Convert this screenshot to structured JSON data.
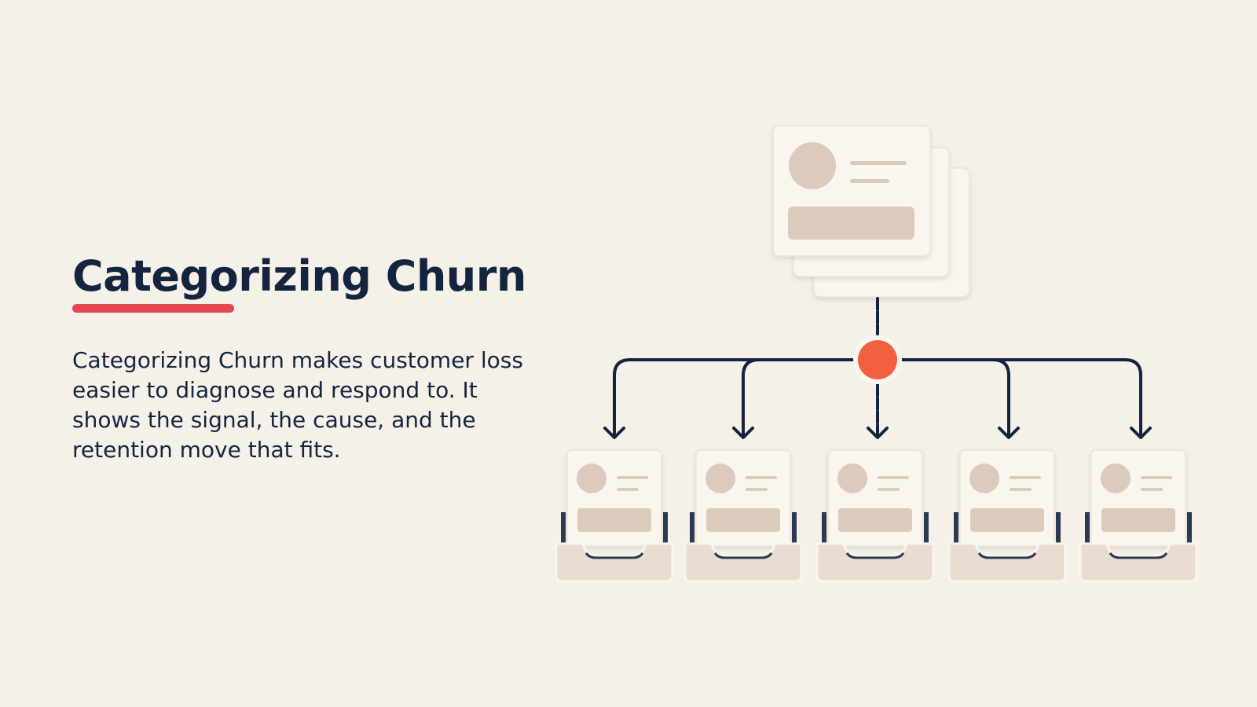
{
  "slide": {
    "title": "Categorizing Churn",
    "body": "Categorizing Churn makes customer loss easier to diagnose and respond to. It shows the signal, the cause, and the retention move that fits."
  },
  "diagram": {
    "source_icon": "customer-profile-stack-icon",
    "hub_icon": "routing-node-icon",
    "destination_icon": "customer-card-tray-icon",
    "destination_count": 5
  },
  "colors": {
    "background": "#f5f0e8",
    "heading": "#14243f",
    "accent_underline": "#e5484d",
    "hub": "#f2603f",
    "connector": "#14243f",
    "card": "#faf5ee",
    "card_placeholder": "#dccbbd",
    "tray": "#e8ddd0"
  }
}
